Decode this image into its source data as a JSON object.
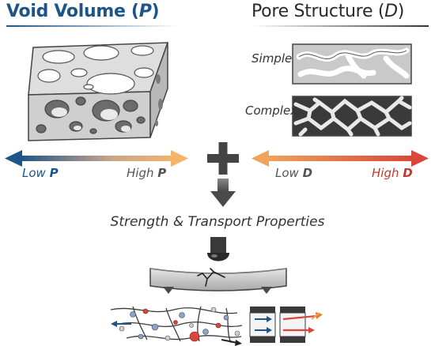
{
  "header": {
    "left": {
      "text": "Void Volume (",
      "symbol": "P",
      "close": ")"
    },
    "right": {
      "text": "Pore Structure (",
      "symbol": "D",
      "close": ")"
    }
  },
  "structure": {
    "simple": "Simple",
    "complex": "Complex"
  },
  "axis": {
    "low_p": {
      "prefix": "Low ",
      "symbol": "P"
    },
    "high_p": {
      "prefix": "High ",
      "symbol": "P"
    },
    "low_d": {
      "prefix": "Low ",
      "symbol": "D"
    },
    "high_d": {
      "prefix": "High ",
      "symbol": "D"
    }
  },
  "properties_label": "Strength & Transport Properties",
  "colors": {
    "blue": "#1d5489",
    "orange": "#f0a35a",
    "red": "#d9473a",
    "gray": "#555555"
  }
}
